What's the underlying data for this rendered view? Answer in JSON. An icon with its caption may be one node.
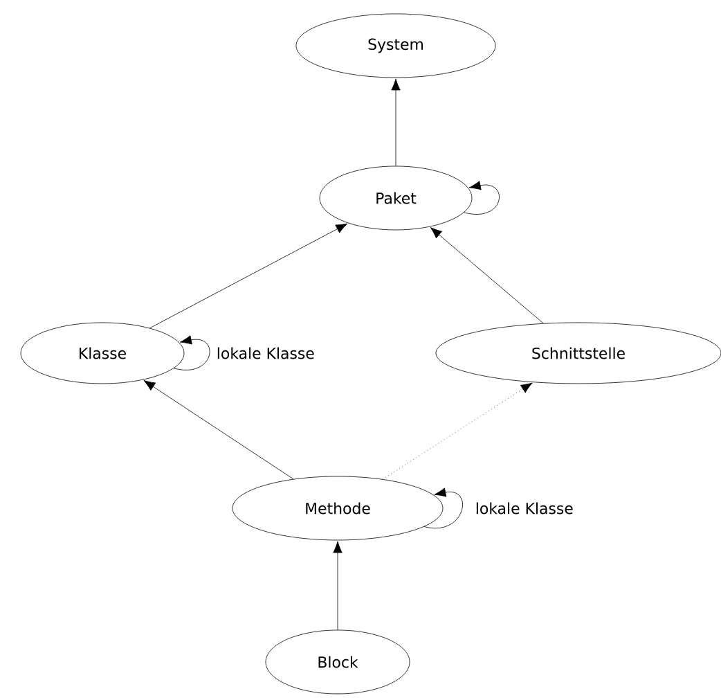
{
  "diagram": {
    "nodes": [
      {
        "text": [
          "System"
        ]
      },
      {
        "text": [
          "Paket"
        ]
      },
      {
        "text": [
          "Klasse"
        ]
      },
      {
        "text": [
          "Schnittstelle"
        ]
      },
      {
        "text": [
          "Methode"
        ]
      },
      {
        "text": [
          "Block"
        ]
      }
    ],
    "edges": [
      {
        "from": 1,
        "to": 0,
        "arrow": "to"
      },
      {
        "from": 1,
        "to": 1,
        "arrow": "to"
      },
      {
        "from": 2,
        "to": 1,
        "arrow": "to"
      },
      {
        "from": 3,
        "to": 1,
        "arrow": "to"
      },
      {
        "from": 2,
        "to": 2,
        "arrow": "to",
        "label": "lokale Klasse"
      },
      {
        "from": 4,
        "to": 2,
        "arrow": "to"
      },
      {
        "from": 4,
        "to": 3,
        "arrow": "to",
        "style": "dashed"
      },
      {
        "from": 4,
        "to": 4,
        "arrow": "to",
        "label": "lokale Klasse"
      },
      {
        "from": 5,
        "to": 4,
        "arrow": "to"
      }
    ]
  }
}
